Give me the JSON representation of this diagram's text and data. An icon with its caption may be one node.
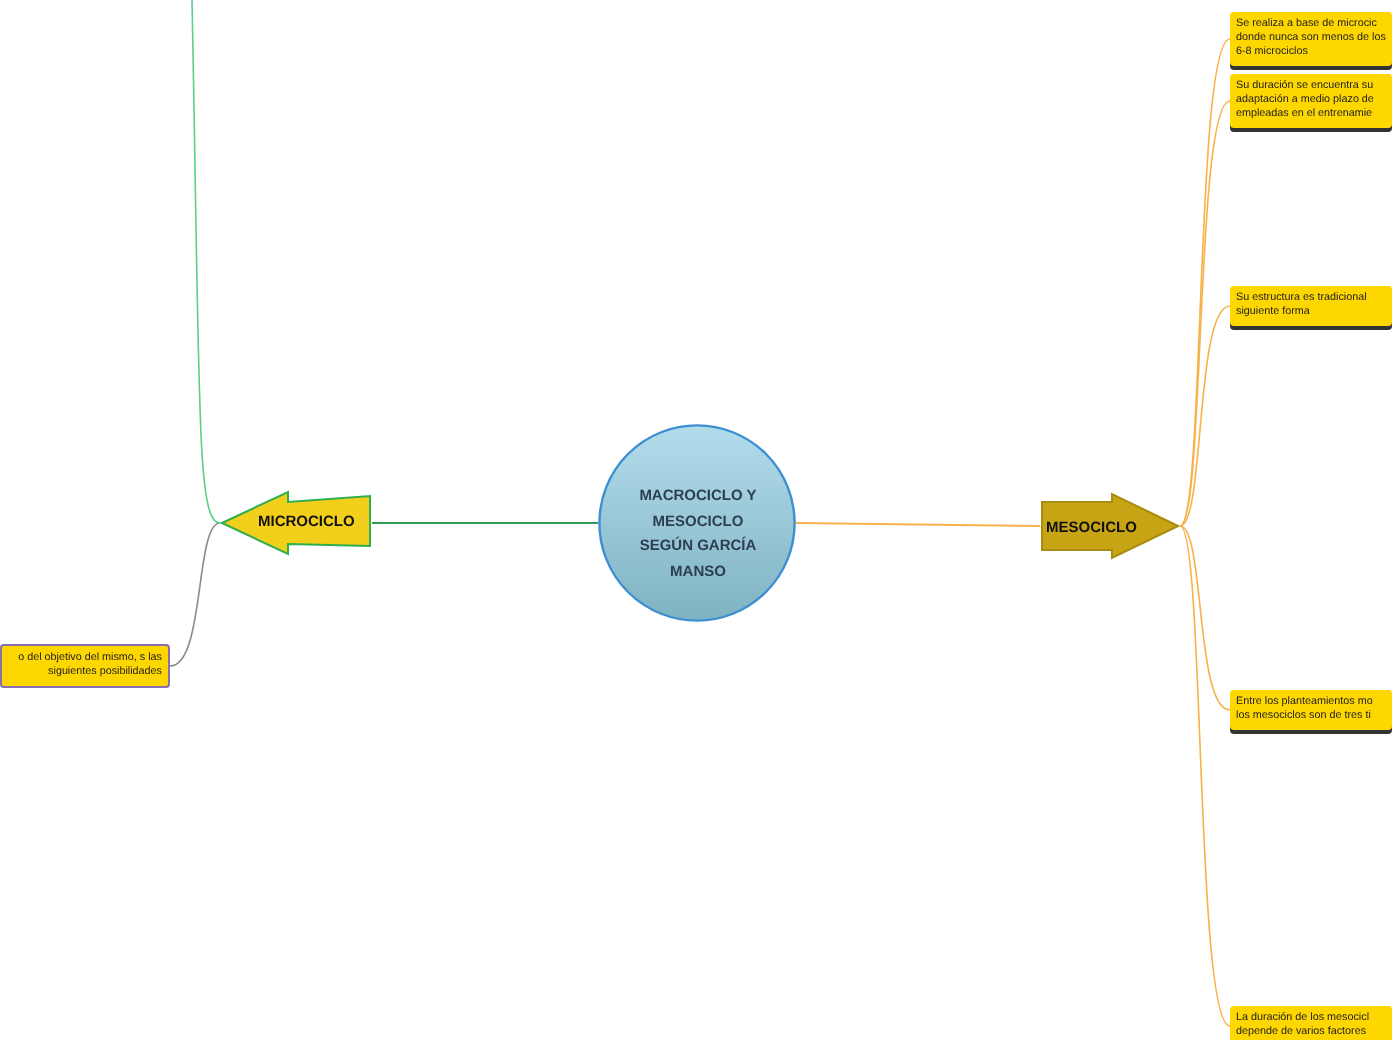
{
  "diagram": {
    "nodes": [
      {
        "text": [
          "MACROCICLO Y MESOCICLO SEGÚN GARCÍA MANSO"
        ]
      },
      {
        "text": [
          "MICROCICLO"
        ]
      },
      {
        "text": [
          "MESOCICLO"
        ]
      },
      {
        "text": [
          "Se realiza a base de microcic donde nunca son menos de los 6-8 microciclos"
        ]
      },
      {
        "text": [
          "Su duración se encuentra su adaptación a medio plazo de empleadas en el entrenamie"
        ]
      },
      {
        "text": [
          "Su estructura es tradicional siguiente forma"
        ]
      },
      {
        "text": [
          "Entre los planteamientos mo los mesociclos son de tres ti"
        ]
      },
      {
        "text": [
          "La duración de los mesocicl depende de varios factores"
        ]
      },
      {
        "text": [
          "o del objetivo del mismo, s las siguientes posibilidades"
        ]
      }
    ],
    "edges": [
      {
        "from": 0,
        "to": 1,
        "arrow": "none",
        "color": "#2e9a55"
      },
      {
        "from": 0,
        "to": 2,
        "arrow": "none"
      },
      {
        "from": 2,
        "to": 3,
        "arrow": "none"
      },
      {
        "from": 2,
        "to": 4,
        "arrow": "none"
      },
      {
        "from": 2,
        "to": 5,
        "arrow": "none"
      },
      {
        "from": 2,
        "to": 6,
        "arrow": "none"
      },
      {
        "from": 2,
        "to": 7,
        "arrow": "none"
      },
      {
        "from": 1,
        "to": 8,
        "arrow": "none",
        "color": "#8a8a8a"
      },
      {
        "from": 1,
        "to": null,
        "arrow": "none",
        "color": "#5ccf8c"
      }
    ]
  }
}
